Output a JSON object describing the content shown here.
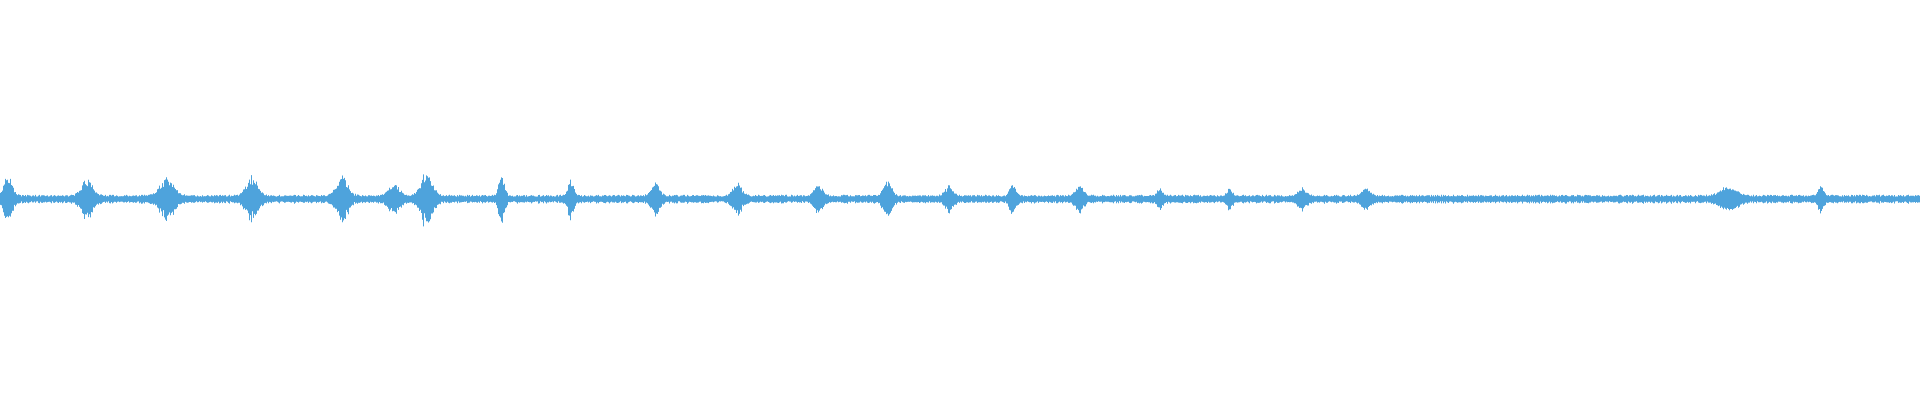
{
  "waveform": {
    "color": "#4ea3dc",
    "background": "#ffffff",
    "baseline_amplitude": 0.012,
    "noise_amplitude": 0.018,
    "bursts": [
      {
        "t": 0.004,
        "amp": 0.11,
        "width": 0.003
      },
      {
        "t": 0.045,
        "amp": 0.09,
        "width": 0.004
      },
      {
        "t": 0.087,
        "amp": 0.1,
        "width": 0.005
      },
      {
        "t": 0.131,
        "amp": 0.1,
        "width": 0.004
      },
      {
        "t": 0.178,
        "amp": 0.1,
        "width": 0.004
      },
      {
        "t": 0.205,
        "amp": 0.06,
        "width": 0.004
      },
      {
        "t": 0.222,
        "amp": 0.13,
        "width": 0.004
      },
      {
        "t": 0.261,
        "amp": 0.12,
        "width": 0.002
      },
      {
        "t": 0.297,
        "amp": 0.09,
        "width": 0.002
      },
      {
        "t": 0.341,
        "amp": 0.07,
        "width": 0.003
      },
      {
        "t": 0.384,
        "amp": 0.07,
        "width": 0.003
      },
      {
        "t": 0.426,
        "amp": 0.06,
        "width": 0.003
      },
      {
        "t": 0.462,
        "amp": 0.07,
        "width": 0.003
      },
      {
        "t": 0.494,
        "amp": 0.05,
        "width": 0.003
      },
      {
        "t": 0.527,
        "amp": 0.07,
        "width": 0.002
      },
      {
        "t": 0.562,
        "amp": 0.05,
        "width": 0.003
      },
      {
        "t": 0.604,
        "amp": 0.04,
        "width": 0.002
      },
      {
        "t": 0.64,
        "amp": 0.04,
        "width": 0.002
      },
      {
        "t": 0.678,
        "amp": 0.04,
        "width": 0.003
      },
      {
        "t": 0.711,
        "amp": 0.04,
        "width": 0.003
      },
      {
        "t": 0.9,
        "amp": 0.05,
        "width": 0.006
      },
      {
        "t": 0.948,
        "amp": 0.05,
        "width": 0.002
      }
    ]
  }
}
